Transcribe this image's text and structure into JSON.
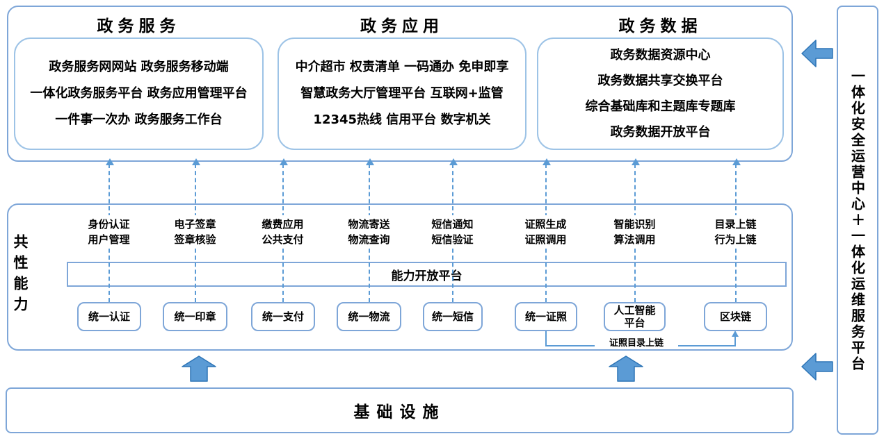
{
  "top": {
    "sections": [
      {
        "title": "政务服务",
        "lines": [
          "政务服务网网站 政务服务移动端",
          "一体化政务服务平台 政务应用管理平台",
          "一件事一次办 政务服务工作台"
        ]
      },
      {
        "title": "政务应用",
        "lines": [
          "中介超市 权责清单 一码通办 免申即享",
          "智慧政务大厅管理平台 互联网+监管",
          "12345热线 信用平台 数字机关"
        ]
      },
      {
        "title": "政务数据",
        "lines": [
          "政务数据资源中心",
          "政务数据共享交换平台",
          "综合基础库和主题库专题库",
          "政务数据开放平台"
        ]
      }
    ]
  },
  "middle": {
    "side_label": "共性能力",
    "platform_bar": "能力开放平台",
    "columns": [
      {
        "cap1": "身份认证",
        "cap2": "用户管理",
        "box": "统一认证"
      },
      {
        "cap1": "电子签章",
        "cap2": "签章核验",
        "box": "统一印章"
      },
      {
        "cap1": "缴费应用",
        "cap2": "公共支付",
        "box": "统一支付"
      },
      {
        "cap1": "物流寄送",
        "cap2": "物流查询",
        "box": "统一物流"
      },
      {
        "cap1": "短信通知",
        "cap2": "短信验证",
        "box": "统一短信"
      },
      {
        "cap1": "证照生成",
        "cap2": "证照调用",
        "box": "统一证照"
      },
      {
        "cap1": "智能识别",
        "cap2": "算法调用",
        "box": "人工智能平台"
      },
      {
        "cap1": "目录上链",
        "cap2": "行为上链",
        "box": "区块链"
      }
    ],
    "connector_label": "证照目录上链"
  },
  "bottom": {
    "label": "基础设施"
  },
  "right_bar": {
    "label": "一体化安全运营中心＋一体化运维服务平台"
  },
  "colors": {
    "border": "#7EA6D8",
    "inner": "#9DC3E6",
    "accent": "#5B9BD5",
    "arrow-fill": "#5B9BD5",
    "arrow-stroke": "#2E75B6"
  }
}
